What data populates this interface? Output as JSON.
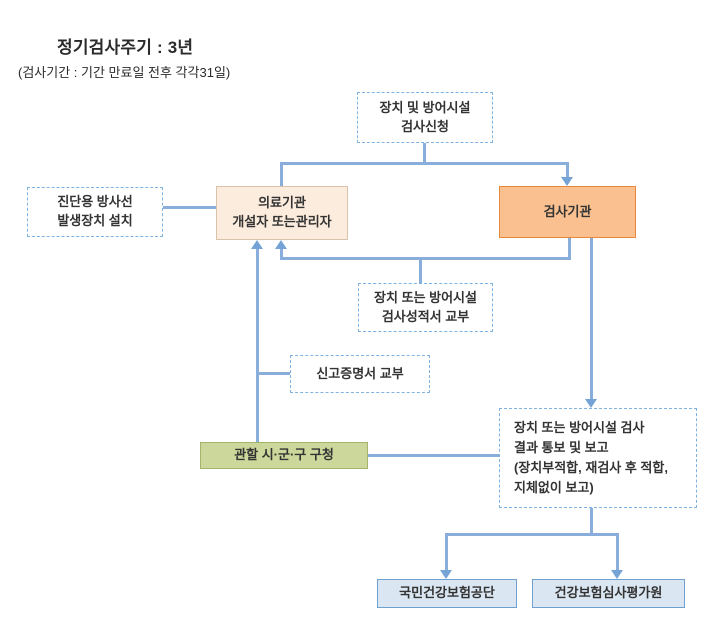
{
  "title": {
    "main": "정기검사주기 : 3년",
    "sub": "(검사기간 : 기간 만료일 전후 각각31일)"
  },
  "colors": {
    "line": "#8aaedc",
    "arrow": "#76a3d6",
    "dashed_border": "#7fb2e0",
    "peach_fill": "#fcecdd",
    "peach_border": "#d9c3ac",
    "orange_fill": "#fac08f",
    "orange_border": "#e8883c",
    "green_fill": "#ccd89b",
    "green_border": "#a3b56b",
    "blue_fill": "#dae6f2",
    "blue_border": "#6fa0d2",
    "text": "#333333"
  },
  "nodes": {
    "apply": "장치 및 방어시설\n검사신청",
    "install": "진단용 방사선\n발생장치 설치",
    "medical": "의료기관\n개설자 또는관리자",
    "agency": "검사기관",
    "report_issue": "장치 또는 방어시설\n검사성적서 교부",
    "cert_issue": "신고증명서 교부",
    "gov": "관할 시·군·구 구청",
    "result": "장치 또는 방어시설 검사\n결과 통보 및 보고\n(장치부적합, 재검사 후 적합,\n지체없이 보고)",
    "nhis": "국민건강보험공단",
    "hira": "건강보험심사평가원"
  }
}
